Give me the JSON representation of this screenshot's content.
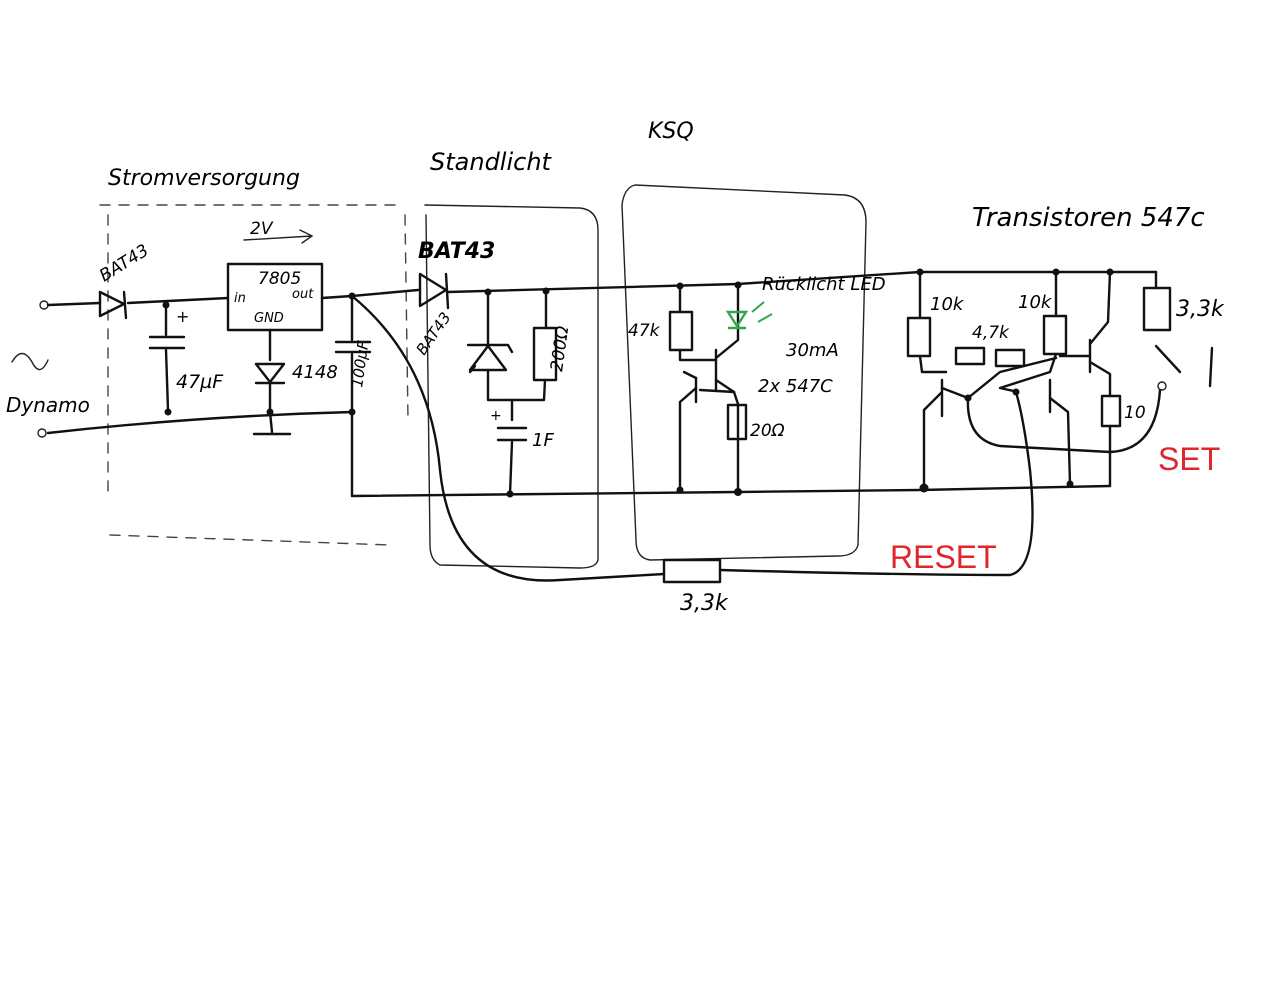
{
  "sections": {
    "power": "Stromversorgung",
    "standlight": "Standlicht",
    "ksq": "KSQ",
    "transistors": "Transistoren 547c"
  },
  "labels": {
    "dynamo": "Dynamo",
    "bat43_input": "BAT43",
    "cap_47uf": "47µF",
    "regulator_part": "7805",
    "reg_in": "in",
    "reg_out": "out",
    "reg_gnd": "GND",
    "voltage": "2V",
    "diode_4148": "4148",
    "cap_100uf": "100µF",
    "bat43_main": "BAT43",
    "bat43_z": "BAT43",
    "res_200": "200Ω",
    "cap_1f": "1F",
    "res_47k": "47k",
    "current": "30mA",
    "transistor_pair": "2x 547C",
    "res_20": "20Ω",
    "rueckl_led": "Rücklicht LED",
    "res_10k_1": "10k",
    "res_47k_b": "4,7k",
    "res_10k_2": "10k",
    "res_33k_top": "3,3k",
    "res_10": "10",
    "set": "SET",
    "reset": "RESET",
    "res_33k_bottom": "3,3k"
  },
  "colors": {
    "ink": "#111111",
    "red": "#e0262a",
    "green": "#2ea84a"
  }
}
